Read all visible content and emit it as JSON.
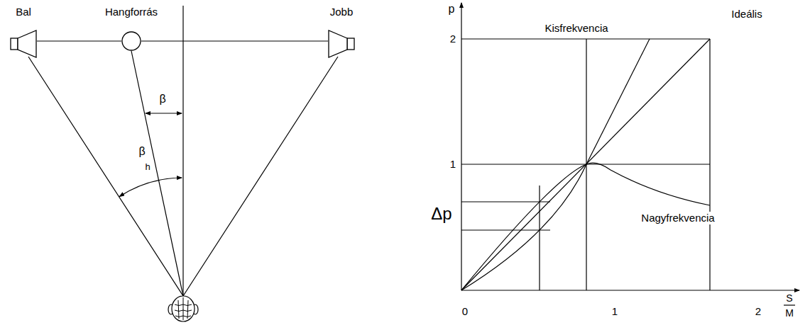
{
  "diagram": {
    "nodes": [
      {
        "text": [
          "Bal"
        ]
      },
      {
        "text": [
          "Hangforrás"
        ]
      },
      {
        "text": [
          "Jobb"
        ]
      }
    ],
    "edges": [
      {
        "from": 0,
        "to": 1,
        "arrow": "none"
      },
      {
        "from": 1,
        "to": 2,
        "arrow": "none"
      }
    ],
    "labels": [
      "β",
      "β",
      "h",
      "p",
      "2",
      "1",
      "Ideális",
      "Kisfrekvencia",
      "Δp",
      "Nagyfrekvencia",
      "0",
      "1",
      "2",
      "S",
      "M"
    ]
  }
}
